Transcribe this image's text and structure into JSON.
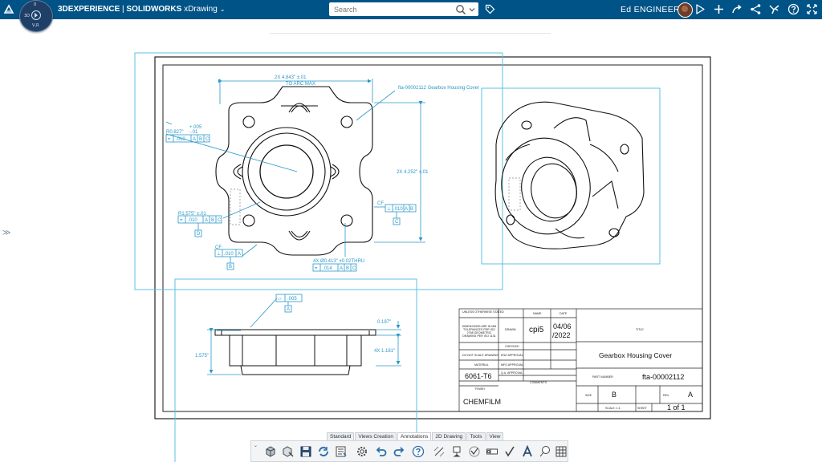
{
  "topbar": {
    "brand": "3DEXPERIENCE",
    "separator": " | ",
    "app": "SOLIDWORKS",
    "module": " xDrawing",
    "search_placeholder": "Search",
    "user_name": "Ed ENGINEER",
    "compass": {
      "top": "0",
      "left": "3D",
      "center": "V,R"
    }
  },
  "toolbar": {
    "tabs": [
      {
        "label": "Standard"
      },
      {
        "label": "Views Creation"
      },
      {
        "label": "Annotations"
      },
      {
        "label": "2D Drawing"
      },
      {
        "label": "Tools"
      },
      {
        "label": "View"
      }
    ],
    "active_tab": "Annotations"
  },
  "drawing": {
    "front_view": {
      "dim_top_1": "2X 4.843\" ±.01",
      "dim_top_2": "TO ARC MAX",
      "dim_right": "2X 4.252\" ±.01",
      "callout_title": "fta-00002112 Gearbox Housing Cover",
      "tol_plus": "+.005",
      "radius": "R0.827\"",
      "tol_minus": "-.01",
      "fcf1": {
        "sym": "⌖",
        "tol": ".010",
        "a": "A",
        "b": "B",
        "c": "C"
      },
      "dia_dim": "R1.575\" ±.01",
      "fcf2": {
        "sym": "⌖",
        "tol": ".010",
        "a": "A",
        "b": "B",
        "c": "C"
      },
      "datum_d": "D",
      "cf_right": "CF",
      "fcf3": {
        "sym": "⊥",
        "tol": ".010",
        "a": "A",
        "b": "B"
      },
      "datum_c": "C",
      "cf_left": "CF",
      "fcf4": {
        "sym": "⊥",
        "tol": ".010",
        "a": "A"
      },
      "datum_b": "B",
      "holes": "4X Ø0.413\" ±0.02THRU",
      "fcf5": {
        "sym": "⌖",
        "tol": ".014",
        "a": "A",
        "b": "B",
        "c": "C"
      }
    },
    "section_view": {
      "flat_tol": ".005",
      "datum_a": "A",
      "height": "1.575\"",
      "dim_r1": "0.197\"",
      "dim_r2": "4X 1.181\""
    },
    "title_block": {
      "note1": "UNLESS OTHERWISE STATED",
      "note2": "DIMENSIONS ARE IN MM TOLERANCES PER ISO 2768 GEOMETRIC DRAWING PER ISO 1101",
      "hdr_name": "NAME",
      "hdr_date": "DATE",
      "drawn": "DRAWN",
      "drawn_by": "cpi5",
      "date1": "04/06",
      "date2": "/2022",
      "checked": "CHECKED",
      "dont_scale": "DO NOT SCALE DRAWING",
      "eng_appr": "ENG APPROVAL",
      "mfg_appr": "MFG APPROVAL",
      "qa_appr": "Q.A. APPROVAL",
      "comments": "COMMENTS",
      "material_label": "MATERIAL",
      "material": "6061-T6",
      "finish_label": "FINISH",
      "finish": "CHEMFILM",
      "title_label": "TITLE",
      "title": "Gearbox Housing Cover",
      "partno_label": "PART NUMBER",
      "partno": "fta-00002112",
      "size_label": "SIZE",
      "size": "B",
      "rev_label": "REV",
      "rev": "A",
      "scale_label": "SCALE: 1:1",
      "sheet_label": "SHEET",
      "sheet": "1 of 1"
    }
  },
  "colors": {
    "topbar": "#005386",
    "annotation": "#2a97c9",
    "view_frame": "#5cc2e0"
  }
}
